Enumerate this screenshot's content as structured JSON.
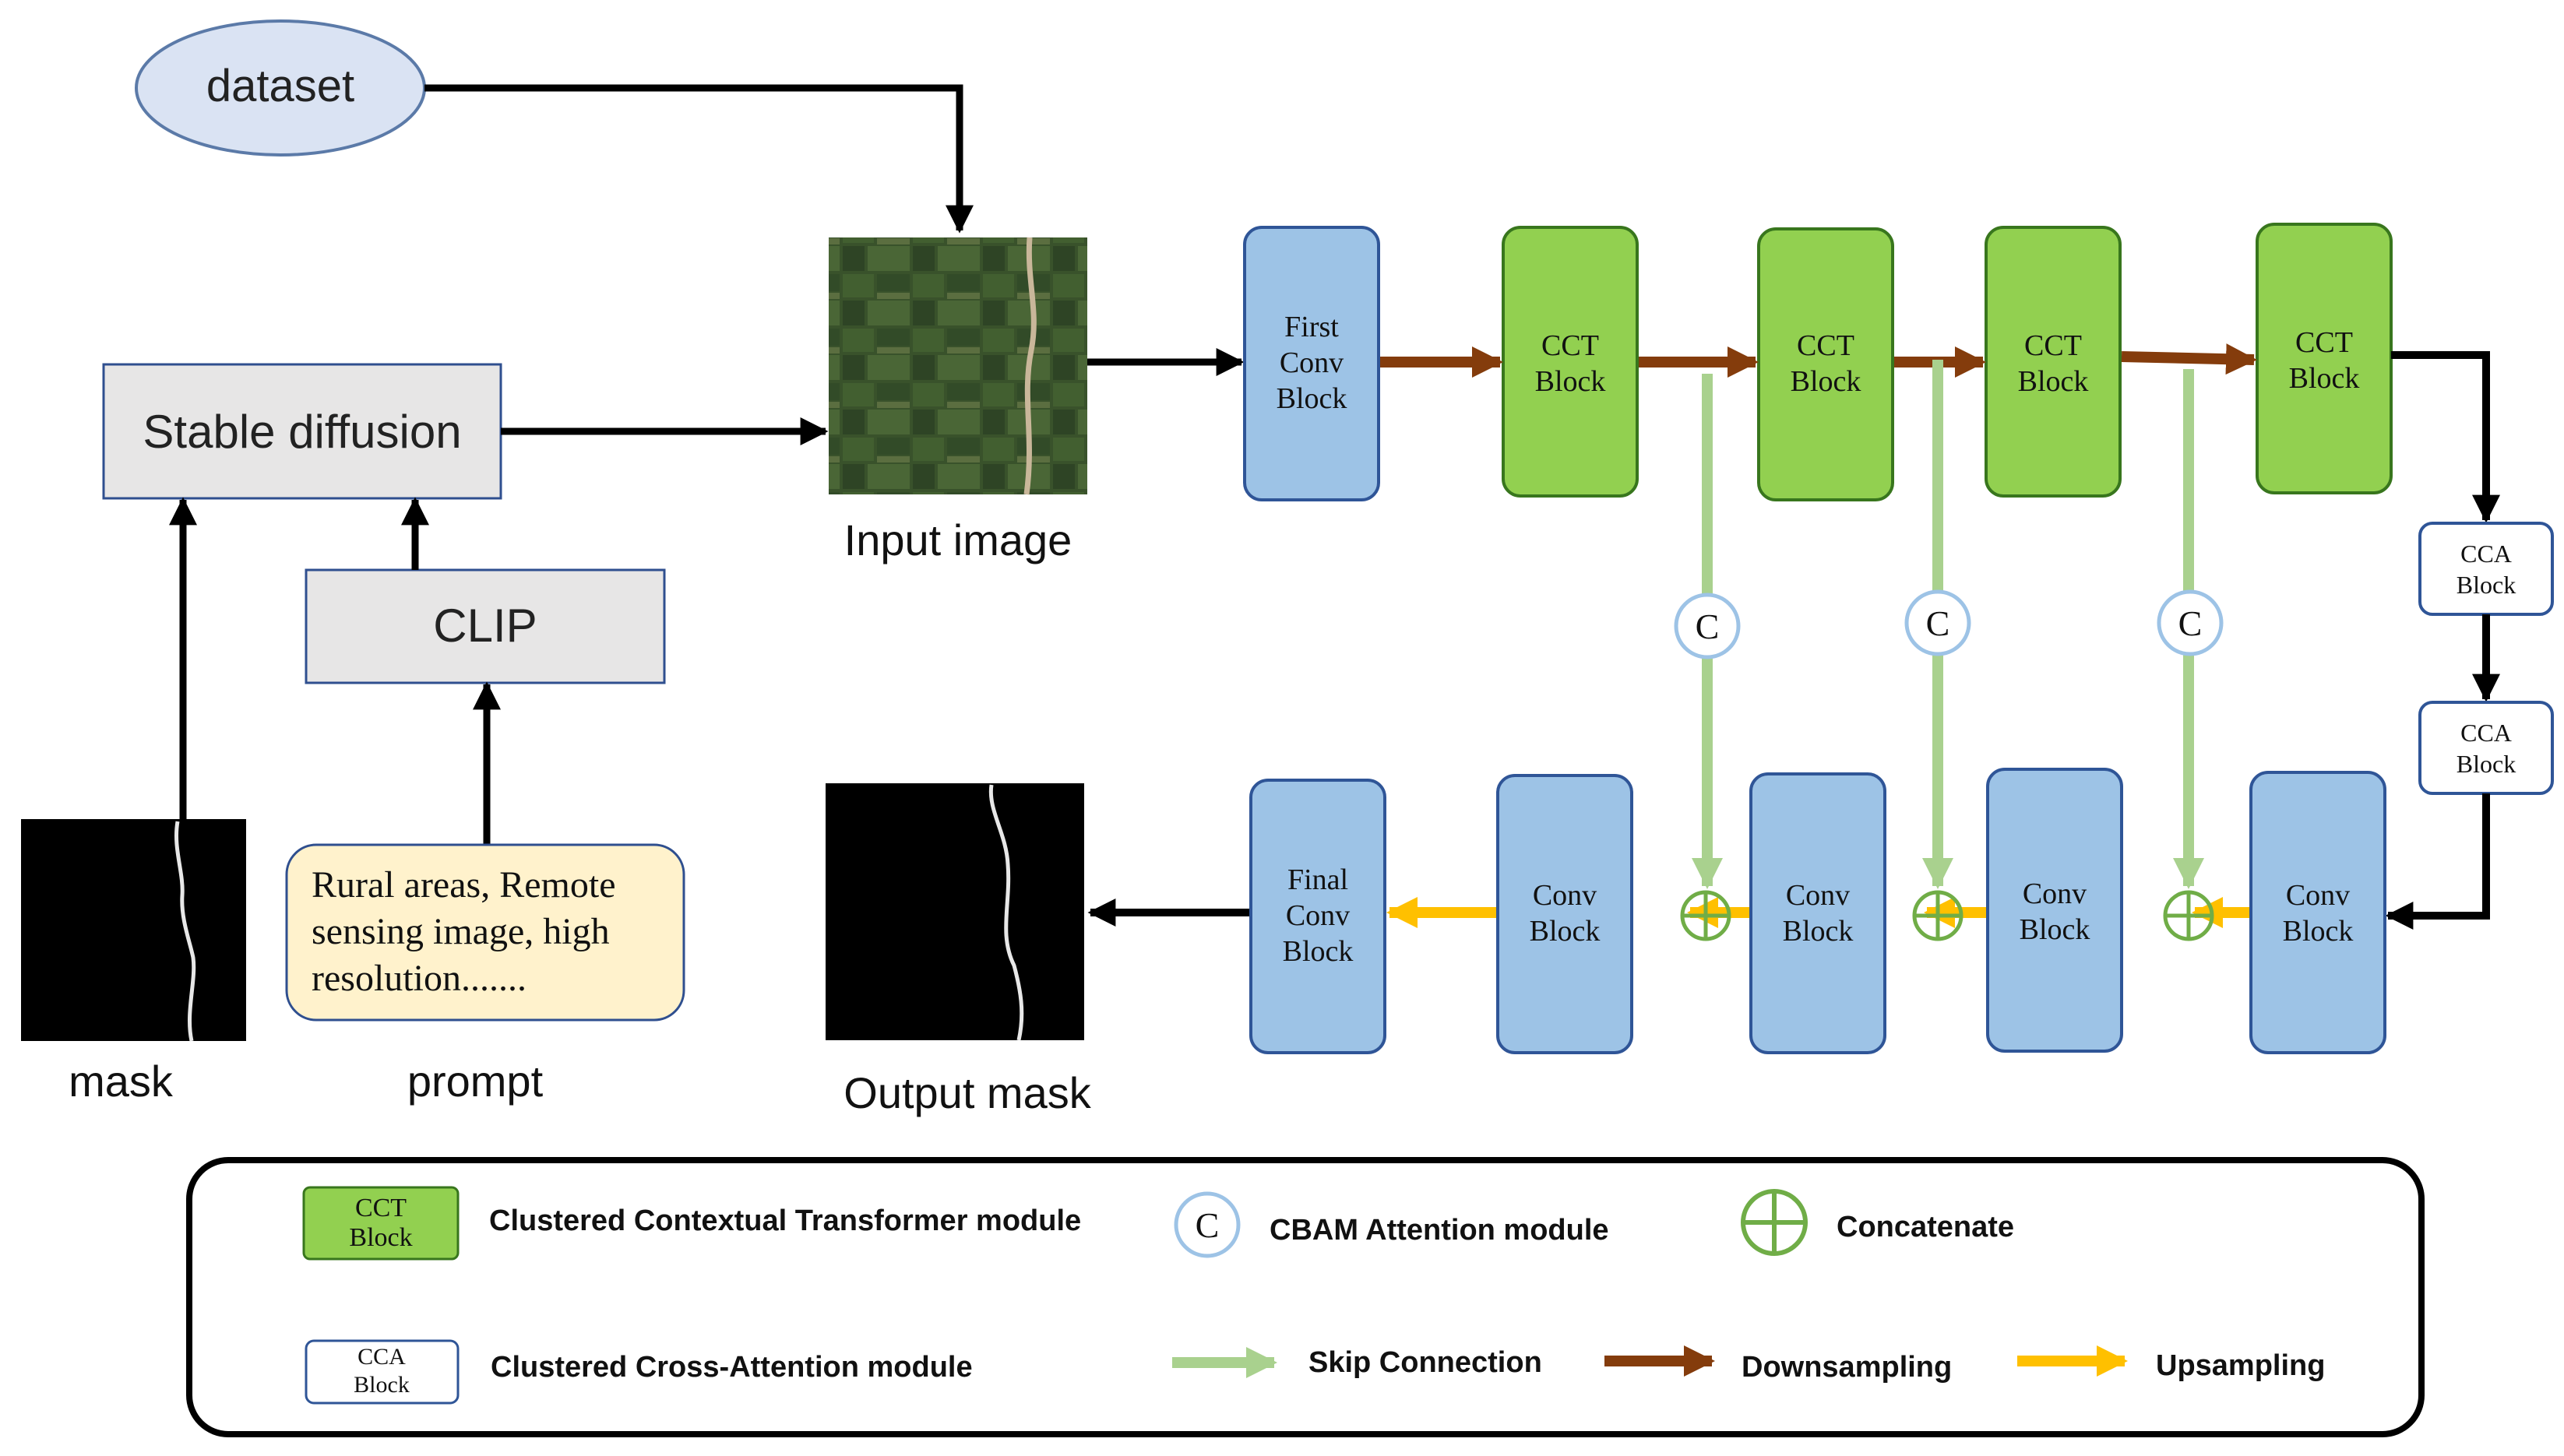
{
  "inputs": {
    "dataset": "dataset",
    "stable_diffusion": "Stable diffusion",
    "clip": "CLIP",
    "prompt_text": [
      "Rural areas,  Remote",
      "sensing image, high",
      "resolution......."
    ],
    "mask_label": "mask",
    "prompt_label": "prompt",
    "input_image_label": "Input image",
    "output_mask_label": "Output mask"
  },
  "encoder": {
    "first_block": [
      "First",
      "Conv",
      "Block"
    ],
    "cct_blocks": [
      [
        "CCT",
        "Block"
      ],
      [
        "CCT",
        "Block"
      ],
      [
        "CCT",
        "Block"
      ],
      [
        "CCT",
        "Block"
      ]
    ]
  },
  "bottleneck": {
    "cca_blocks": [
      [
        "CCA",
        "Block"
      ],
      [
        "CCA",
        "Block"
      ]
    ]
  },
  "decoder": {
    "conv_blocks": [
      [
        "Conv",
        "Block"
      ],
      [
        "Conv",
        "Block"
      ],
      [
        "Conv",
        "Block"
      ],
      [
        "Conv",
        "Block"
      ]
    ],
    "final_block": [
      "Final",
      "Conv",
      "Block"
    ]
  },
  "attention_symbol": "C",
  "legend": {
    "cct_icon": [
      "CCT",
      "Block"
    ],
    "cct_desc": "Clustered Contextual Transformer module",
    "cca_icon": [
      "CCA",
      "Block"
    ],
    "cca_desc": "Clustered Cross-Attention module",
    "cbam_symbol": "C",
    "cbam_desc": "CBAM Attention module",
    "concat_desc": "Concatenate",
    "skip_desc": "Skip Connection",
    "down_desc": "Downsampling",
    "up_desc": "Upsampling"
  },
  "colors": {
    "green_block": "#92d050",
    "blue_block": "#9dc3e6",
    "gray_box": "#e7e6e6",
    "prompt_box": "#fff2cc",
    "dataset_ellipse": "#dae3f3",
    "skip": "#a9d18e",
    "down": "#843c0c",
    "up": "#ffc000",
    "concat": "#70ad47"
  }
}
